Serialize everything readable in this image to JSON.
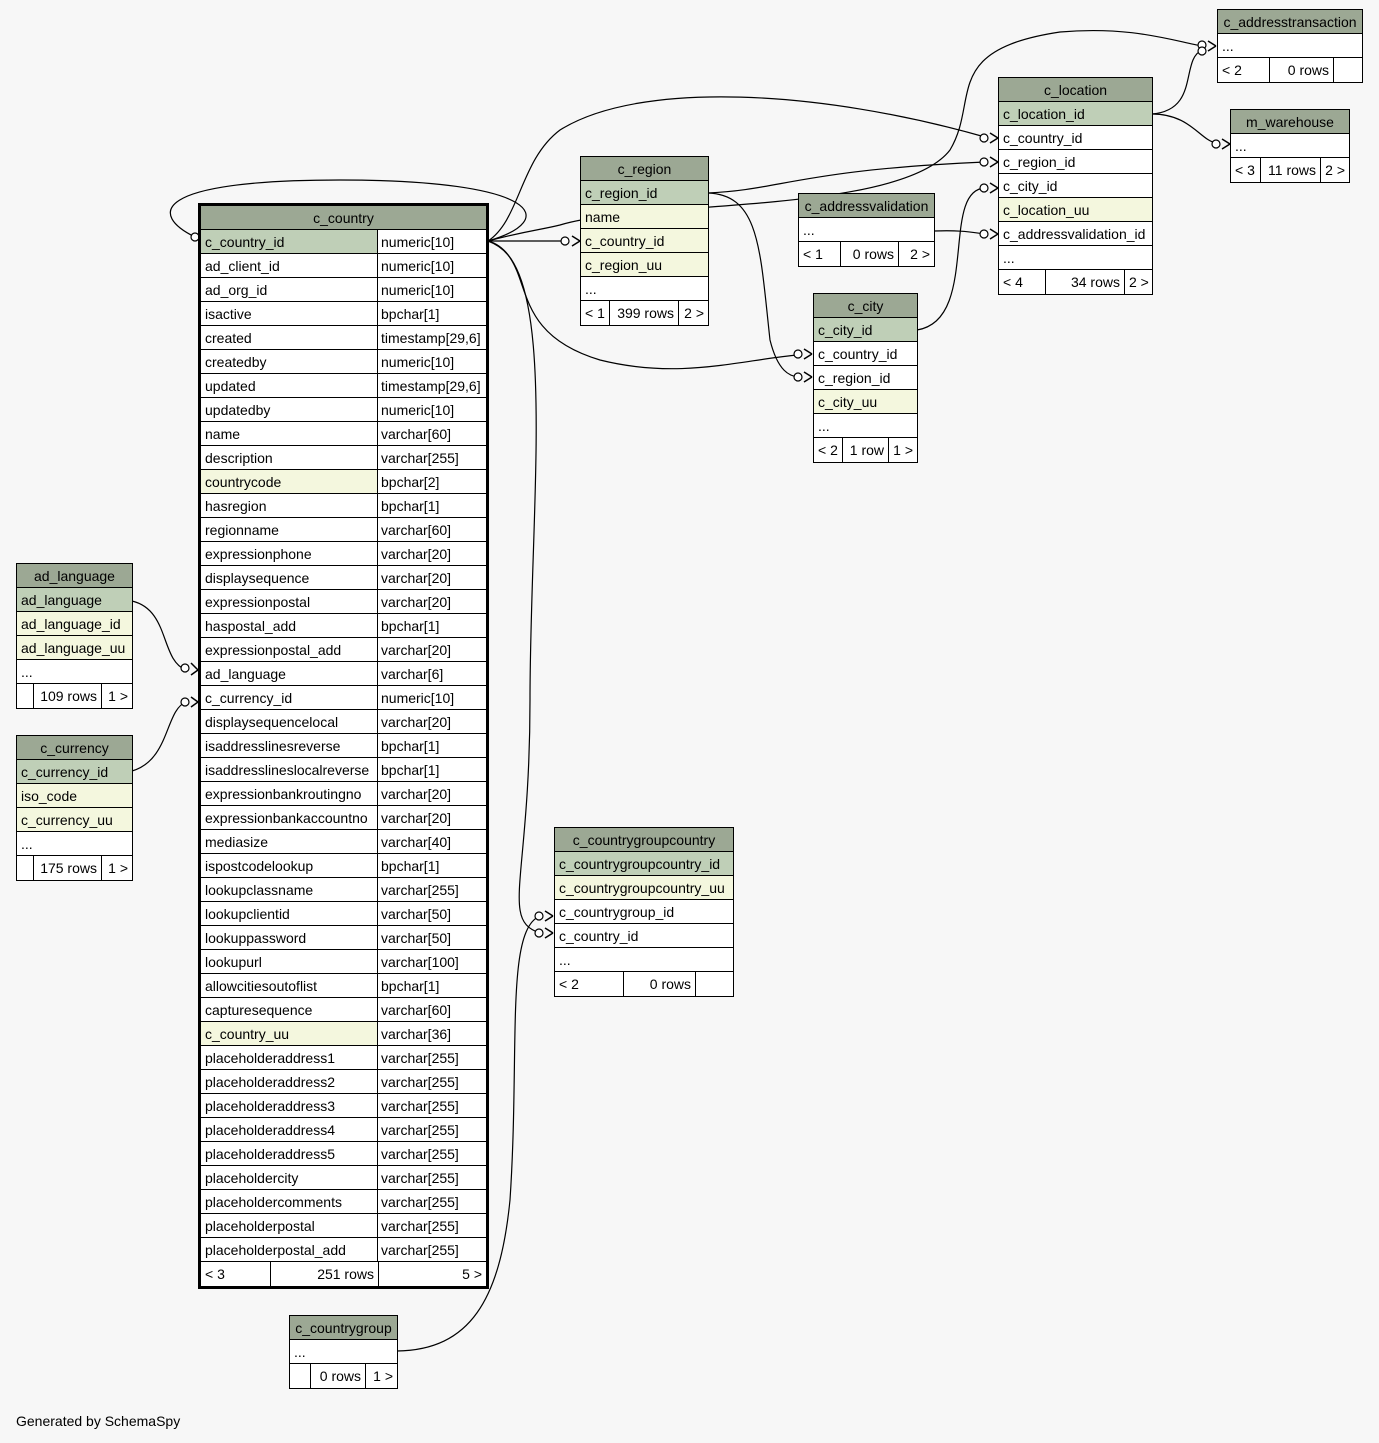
{
  "footer_text": "Generated by SchemaSpy",
  "colors": {
    "header": "#9ca894",
    "primary_key": "#bfcfb7",
    "unique": "#f4f7de",
    "background": "#f7f7f7"
  },
  "c_country": {
    "title": "c_country",
    "columns": [
      {
        "name": "c_country_id",
        "type": "numeric[10]"
      },
      {
        "name": "ad_client_id",
        "type": "numeric[10]"
      },
      {
        "name": "ad_org_id",
        "type": "numeric[10]"
      },
      {
        "name": "isactive",
        "type": "bpchar[1]"
      },
      {
        "name": "created",
        "type": "timestamp[29,6]"
      },
      {
        "name": "createdby",
        "type": "numeric[10]"
      },
      {
        "name": "updated",
        "type": "timestamp[29,6]"
      },
      {
        "name": "updatedby",
        "type": "numeric[10]"
      },
      {
        "name": "name",
        "type": "varchar[60]"
      },
      {
        "name": "description",
        "type": "varchar[255]"
      },
      {
        "name": "countrycode",
        "type": "bpchar[2]"
      },
      {
        "name": "hasregion",
        "type": "bpchar[1]"
      },
      {
        "name": "regionname",
        "type": "varchar[60]"
      },
      {
        "name": "expressionphone",
        "type": "varchar[20]"
      },
      {
        "name": "displaysequence",
        "type": "varchar[20]"
      },
      {
        "name": "expressionpostal",
        "type": "varchar[20]"
      },
      {
        "name": "haspostal_add",
        "type": "bpchar[1]"
      },
      {
        "name": "expressionpostal_add",
        "type": "varchar[20]"
      },
      {
        "name": "ad_language",
        "type": "varchar[6]"
      },
      {
        "name": "c_currency_id",
        "type": "numeric[10]"
      },
      {
        "name": "displaysequencelocal",
        "type": "varchar[20]"
      },
      {
        "name": "isaddresslinesreverse",
        "type": "bpchar[1]"
      },
      {
        "name": "isaddresslineslocalreverse",
        "type": "bpchar[1]"
      },
      {
        "name": "expressionbankroutingno",
        "type": "varchar[20]"
      },
      {
        "name": "expressionbankaccountno",
        "type": "varchar[20]"
      },
      {
        "name": "mediasize",
        "type": "varchar[40]"
      },
      {
        "name": "ispostcodelookup",
        "type": "bpchar[1]"
      },
      {
        "name": "lookupclassname",
        "type": "varchar[255]"
      },
      {
        "name": "lookupclientid",
        "type": "varchar[50]"
      },
      {
        "name": "lookuppassword",
        "type": "varchar[50]"
      },
      {
        "name": "lookupurl",
        "type": "varchar[100]"
      },
      {
        "name": "allowcitiesoutoflist",
        "type": "bpchar[1]"
      },
      {
        "name": "capturesequence",
        "type": "varchar[60]"
      },
      {
        "name": "c_country_uu",
        "type": "varchar[36]"
      },
      {
        "name": "placeholderaddress1",
        "type": "varchar[255]"
      },
      {
        "name": "placeholderaddress2",
        "type": "varchar[255]"
      },
      {
        "name": "placeholderaddress3",
        "type": "varchar[255]"
      },
      {
        "name": "placeholderaddress4",
        "type": "varchar[255]"
      },
      {
        "name": "placeholderaddress5",
        "type": "varchar[255]"
      },
      {
        "name": "placeholdercity",
        "type": "varchar[255]"
      },
      {
        "name": "placeholdercomments",
        "type": "varchar[255]"
      },
      {
        "name": "placeholderpostal",
        "type": "varchar[255]"
      },
      {
        "name": "placeholderpostal_add",
        "type": "varchar[255]"
      }
    ],
    "footer": {
      "left": "< 3",
      "mid": "251 rows",
      "right": "5 >"
    }
  },
  "ad_language": {
    "title": "ad_language",
    "columns": [
      "ad_language",
      "ad_language_id",
      "ad_language_uu",
      "..."
    ],
    "footer": {
      "left": "",
      "mid": "109 rows",
      "right": "1 >"
    }
  },
  "c_currency": {
    "title": "c_currency",
    "columns": [
      "c_currency_id",
      "iso_code",
      "c_currency_uu",
      "..."
    ],
    "footer": {
      "left": "",
      "mid": "175 rows",
      "right": "1 >"
    }
  },
  "c_region": {
    "title": "c_region",
    "columns": [
      "c_region_id",
      "name",
      "c_country_id",
      "c_region_uu",
      "..."
    ],
    "footer": {
      "left": "< 1",
      "mid": "399 rows",
      "right": "2 >"
    }
  },
  "c_city": {
    "title": "c_city",
    "columns": [
      "c_city_id",
      "c_country_id",
      "c_region_id",
      "c_city_uu",
      "..."
    ],
    "footer": {
      "left": "< 2",
      "mid": "1 row",
      "right": "1 >"
    }
  },
  "c_addressvalidation": {
    "title": "c_addressvalidation",
    "columns": [
      "..."
    ],
    "footer": {
      "left": "< 1",
      "mid": "0 rows",
      "right": "2 >"
    }
  },
  "c_location": {
    "title": "c_location",
    "columns": [
      "c_location_id",
      "c_country_id",
      "c_region_id",
      "c_city_id",
      "c_location_uu",
      "c_addressvalidation_id",
      "..."
    ],
    "footer": {
      "left": "< 4",
      "mid": "34 rows",
      "right": "2 >"
    }
  },
  "c_addresstransaction": {
    "title": "c_addresstransaction",
    "columns": [
      "..."
    ],
    "footer": {
      "left": "< 2",
      "mid": "0 rows",
      "right": ""
    }
  },
  "m_warehouse": {
    "title": "m_warehouse",
    "columns": [
      "..."
    ],
    "footer": {
      "left": "< 3",
      "mid": "11 rows",
      "right": "2 >"
    }
  },
  "c_countrygroupcountry": {
    "title": "c_countrygroupcountry",
    "columns": [
      "c_countrygroupcountry_id",
      "c_countrygroupcountry_uu",
      "c_countrygroup_id",
      "c_country_id",
      "..."
    ],
    "footer": {
      "left": "< 2",
      "mid": "0 rows",
      "right": ""
    }
  },
  "c_countrygroup": {
    "title": "c_countrygroup",
    "columns": [
      "..."
    ],
    "footer": {
      "left": "",
      "mid": "0 rows",
      "right": "1 >"
    }
  }
}
